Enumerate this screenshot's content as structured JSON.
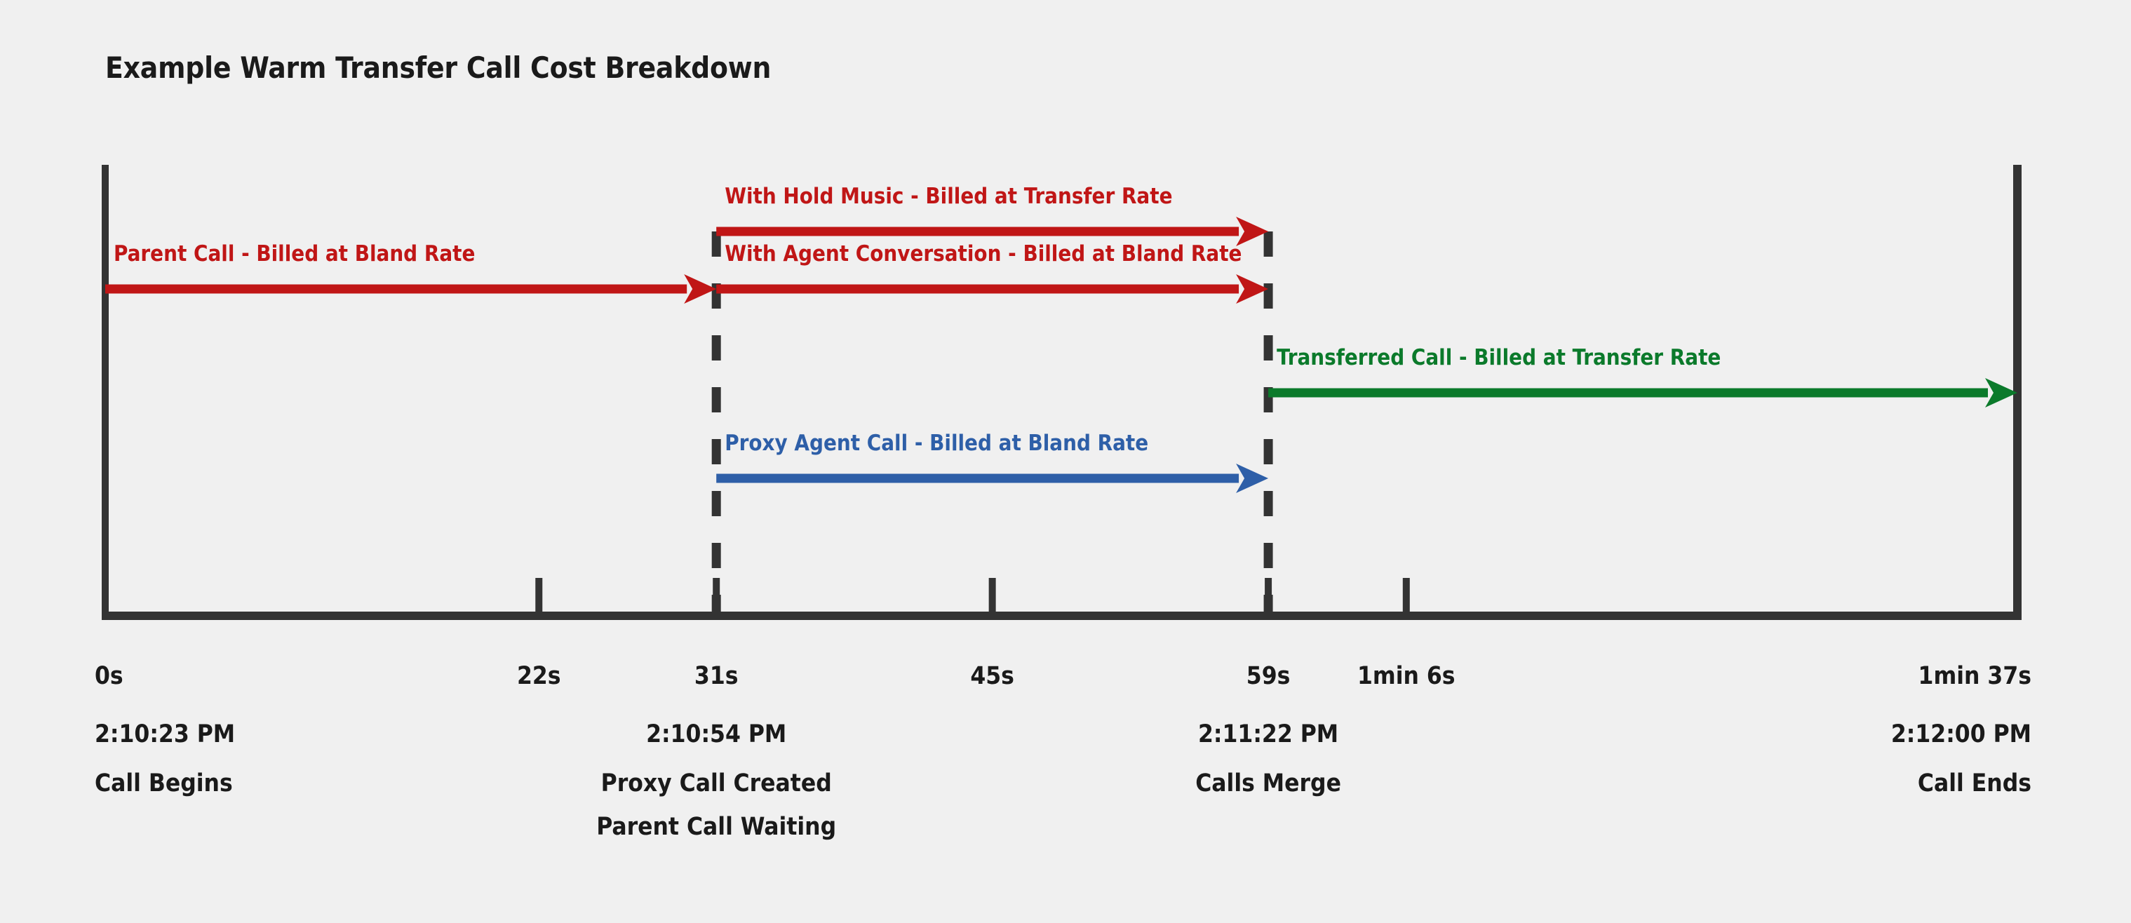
{
  "chart_data": {
    "type": "timeline",
    "title": "Example Warm Transfer Call Cost Breakdown",
    "xlabel": "",
    "ylabel": "",
    "xlim": [
      0,
      97
    ],
    "grid": false,
    "legend": "none",
    "axis_color": "#333333",
    "background": "#f0f0f0",
    "ticks": [
      {
        "seconds": 0,
        "label": "0s",
        "time": "2:10:23 PM",
        "events": [
          "Call Begins"
        ],
        "major": true,
        "dashed_marker": false
      },
      {
        "seconds": 22,
        "label": "22s",
        "time": "",
        "events": [],
        "major": false,
        "dashed_marker": false
      },
      {
        "seconds": 31,
        "label": "31s",
        "time": "2:10:54 PM",
        "events": [
          "Proxy Call Created",
          "Parent Call Waiting"
        ],
        "major": true,
        "dashed_marker": true
      },
      {
        "seconds": 45,
        "label": "45s",
        "time": "",
        "events": [],
        "major": false,
        "dashed_marker": false
      },
      {
        "seconds": 59,
        "label": "59s",
        "time": "2:11:22 PM",
        "events": [
          "Calls Merge"
        ],
        "major": true,
        "dashed_marker": true
      },
      {
        "seconds": 66,
        "label": "1min 6s",
        "time": "",
        "events": [],
        "major": false,
        "dashed_marker": false
      },
      {
        "seconds": 97,
        "label": "1min 37s",
        "time": "2:12:00 PM",
        "events": [
          "Call Ends"
        ],
        "major": true,
        "dashed_marker": false
      }
    ],
    "segments": [
      {
        "name": "parent-call",
        "label": "Parent Call - Billed at Bland Rate",
        "color": "#c01616",
        "start_seconds": 0,
        "end_seconds": 31,
        "lane": 1
      },
      {
        "name": "hold-music",
        "label": "With Hold Music - Billed at Transfer Rate",
        "color": "#c01616",
        "start_seconds": 31,
        "end_seconds": 59,
        "lane": 0
      },
      {
        "name": "agent-conversation",
        "label": "With Agent Conversation - Billed at Bland Rate",
        "color": "#c01616",
        "start_seconds": 31,
        "end_seconds": 59,
        "lane": 1
      },
      {
        "name": "transferred-call",
        "label": "Transferred Call - Billed at Transfer Rate",
        "color": "#0b7a2b",
        "start_seconds": 59,
        "end_seconds": 97,
        "lane": 2
      },
      {
        "name": "proxy-agent-call",
        "label": "Proxy Agent Call - Billed at Bland Rate",
        "color": "#2e5fa8",
        "start_seconds": 31,
        "end_seconds": 59,
        "lane": 3
      }
    ]
  },
  "title": "Example Warm Transfer Call Cost Breakdown",
  "segment_labels": {
    "parent_call": "Parent Call - Billed at Bland Rate",
    "hold_music": "With Hold Music - Billed at Transfer Rate",
    "agent_conversation": "With Agent Conversation - Billed at Bland Rate",
    "transferred_call": "Transferred Call - Billed at Transfer Rate",
    "proxy_agent_call": "Proxy Agent Call - Billed at Bland Rate"
  },
  "axis": {
    "tick_labels": [
      "0s",
      "22s",
      "31s",
      "45s",
      "59s",
      "1min 6s",
      "1min 37s"
    ],
    "time_labels": [
      "2:10:23 PM",
      "2:10:54 PM",
      "2:11:22 PM",
      "2:12:00 PM"
    ],
    "event_labels": [
      "Call Begins",
      "Proxy Call Created",
      "Parent Call Waiting",
      "Calls Merge",
      "Call Ends"
    ]
  },
  "colors": {
    "red": "#c01616",
    "green": "#0b7a2b",
    "blue": "#2e5fa8",
    "axis": "#333333",
    "text": "#1a1a1a",
    "background": "#f0f0f0"
  }
}
